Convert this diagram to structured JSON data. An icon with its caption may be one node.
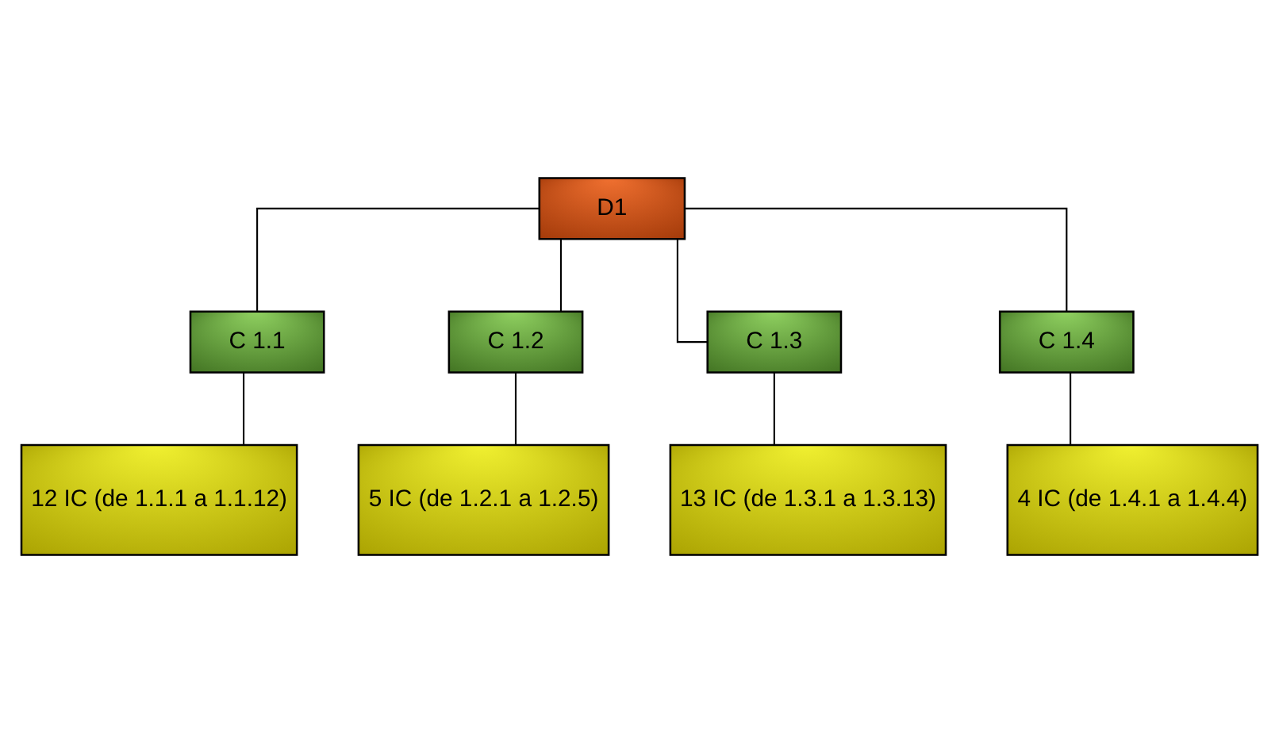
{
  "diagram": {
    "nodes": [
      {
        "text": [
          "D1"
        ]
      },
      {
        "text": [
          "C 1.1"
        ]
      },
      {
        "text": [
          "C 1.2"
        ]
      },
      {
        "text": [
          "C 1.3"
        ]
      },
      {
        "text": [
          "C 1.4"
        ]
      },
      {
        "text": [
          "12 IC (de 1.1.1 a 1.1.12)"
        ]
      },
      {
        "text": [
          "5 IC (de 1.2.1 a 1.2.5)"
        ]
      },
      {
        "text": [
          "13 IC (de 1.3.1 a 1.3.13)"
        ]
      },
      {
        "text": [
          "4 IC (de 1.4.1 a 1.4.4)"
        ]
      }
    ],
    "edges": [
      {
        "from": 0,
        "to": 1,
        "arrow": "none"
      },
      {
        "from": 0,
        "to": 2,
        "arrow": "none"
      },
      {
        "from": 0,
        "to": 3,
        "arrow": "none"
      },
      {
        "from": 0,
        "to": 4,
        "arrow": "none"
      },
      {
        "from": 1,
        "to": 5,
        "arrow": "none"
      },
      {
        "from": 2,
        "to": 6,
        "arrow": "none"
      },
      {
        "from": 3,
        "to": 7,
        "arrow": "none"
      },
      {
        "from": 4,
        "to": 8,
        "arrow": "none"
      }
    ]
  }
}
